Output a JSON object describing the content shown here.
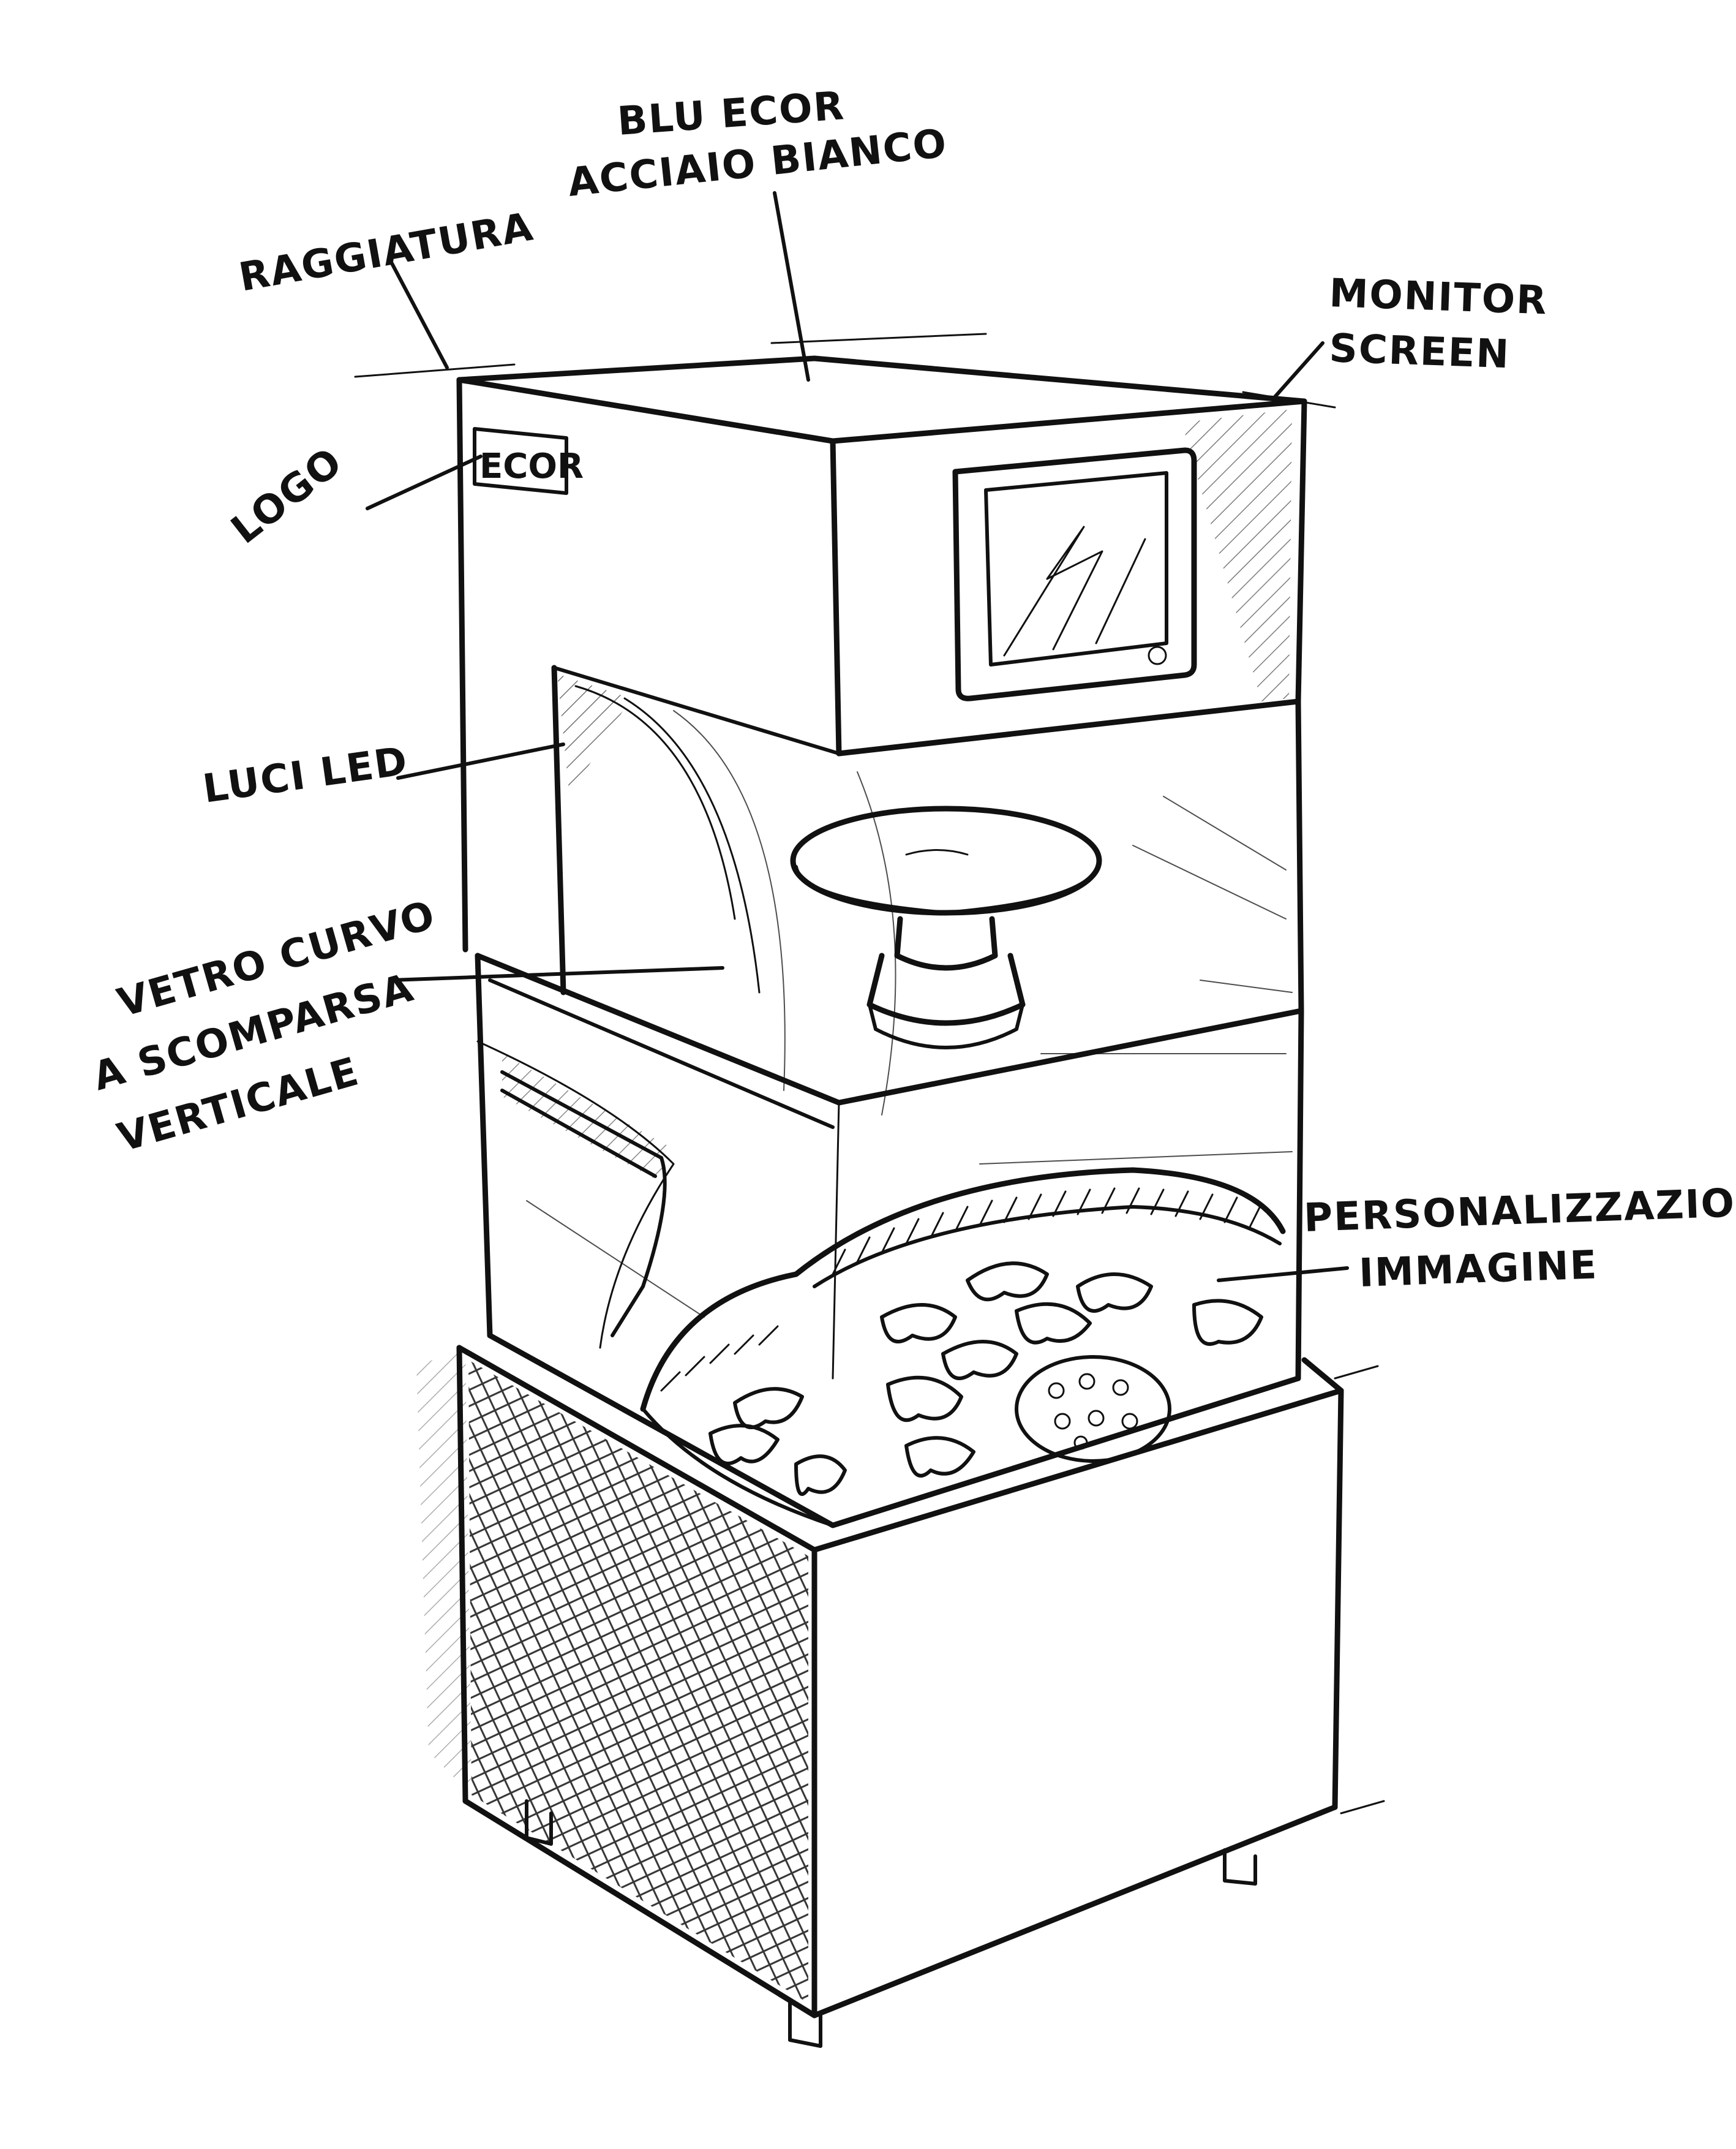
{
  "labels": {
    "color_line1": "BLU ECOR",
    "color_line2": "ACCIAIO BIANCO",
    "raggiatura": "RAGGIATURA",
    "monitor_line1": "MONITOR",
    "monitor_line2": "SCREEN",
    "logo": "LOGO",
    "luci_led": "LUCI LED",
    "vetro_line1": "VETRO CURVO",
    "vetro_line2": "A SCOMPARSA",
    "vetro_line3": "VERTICALE",
    "personalizzazione_line1": "PERSONALIZZAZIONE",
    "personalizzazione_line2": "IMMAGINE"
  },
  "device": {
    "logo_text": "ECOR"
  },
  "colors": {
    "ink": "#111111",
    "paper": "#ffffff"
  }
}
